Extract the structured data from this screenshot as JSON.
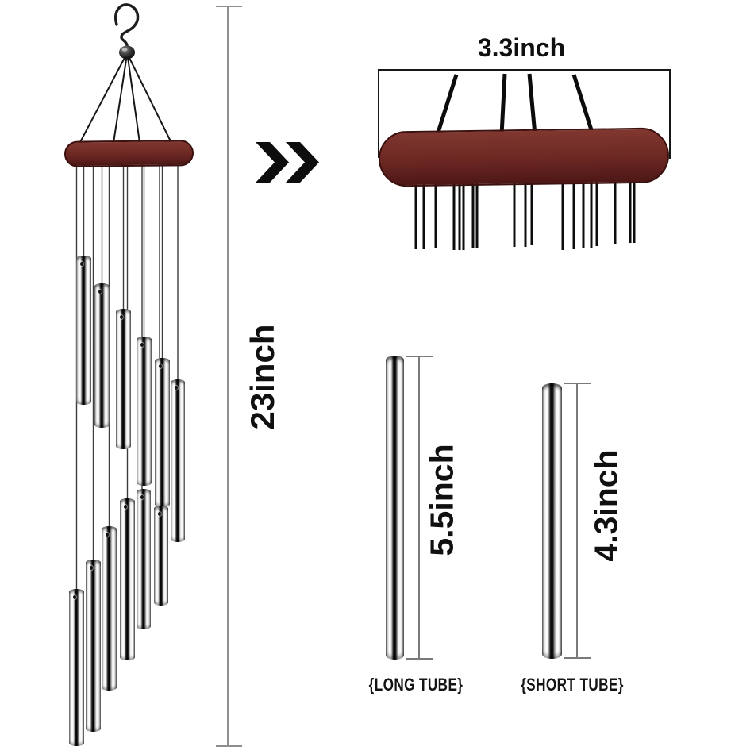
{
  "annotations": {
    "total_height": "23inch",
    "hanger_width": "3.3inch",
    "long_tube_height": "5.5inch",
    "short_tube_height": "4.3inch",
    "long_tube_caption": "{LONG TUBE}",
    "short_tube_caption": "{SHORT TUBE}"
  },
  "figure": {
    "left_view": "wind-chime-full-view",
    "top_right_view": "wood-hanger-ring-closeup",
    "bottom_right_view": "tube-size-comparison",
    "tube_count_full_view": 12
  },
  "icons": {
    "hook": "s-hook-icon",
    "chevron": "double-chevron-right-icon"
  },
  "colors": {
    "wood_ring": "#6b2722",
    "text": "#111111",
    "measure_line_main": "#8e8e8e",
    "measure_line_tube": "#7a7a7a",
    "string": "#161616"
  }
}
